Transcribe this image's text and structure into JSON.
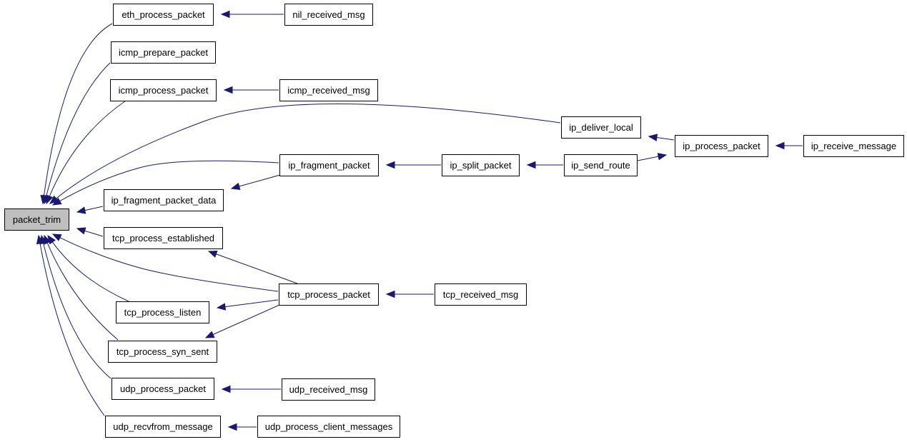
{
  "diagram": {
    "type": "call-graph",
    "colors": {
      "edge": "#191970",
      "focus_fill": "#bfbfbf",
      "node_fill": "#ffffff",
      "node_border": "#000000"
    },
    "nodes": [
      {
        "id": "packet_trim",
        "label": "packet_trim",
        "focus": true
      },
      {
        "id": "eth_process_packet",
        "label": "eth_process_packet"
      },
      {
        "id": "nil_received_msg",
        "label": "nil_received_msg"
      },
      {
        "id": "icmp_prepare_packet",
        "label": "icmp_prepare_packet"
      },
      {
        "id": "icmp_process_packet",
        "label": "icmp_process_packet"
      },
      {
        "id": "icmp_received_msg",
        "label": "icmp_received_msg"
      },
      {
        "id": "ip_deliver_local",
        "label": "ip_deliver_local"
      },
      {
        "id": "ip_process_packet",
        "label": "ip_process_packet"
      },
      {
        "id": "ip_receive_message",
        "label": "ip_receive_message"
      },
      {
        "id": "ip_fragment_packet",
        "label": "ip_fragment_packet"
      },
      {
        "id": "ip_split_packet",
        "label": "ip_split_packet"
      },
      {
        "id": "ip_send_route",
        "label": "ip_send_route"
      },
      {
        "id": "ip_fragment_packet_data",
        "label": "ip_fragment_packet_data"
      },
      {
        "id": "tcp_process_established",
        "label": "tcp_process_established"
      },
      {
        "id": "tcp_process_packet",
        "label": "tcp_process_packet"
      },
      {
        "id": "tcp_received_msg",
        "label": "tcp_received_msg"
      },
      {
        "id": "tcp_process_listen",
        "label": "tcp_process_listen"
      },
      {
        "id": "tcp_process_syn_sent",
        "label": "tcp_process_syn_sent"
      },
      {
        "id": "udp_process_packet",
        "label": "udp_process_packet"
      },
      {
        "id": "udp_received_msg",
        "label": "udp_received_msg"
      },
      {
        "id": "udp_recvfrom_message",
        "label": "udp_recvfrom_message"
      },
      {
        "id": "udp_process_client_messages",
        "label": "udp_process_client_messages"
      }
    ],
    "edges": [
      {
        "from": "eth_process_packet",
        "to": "packet_trim"
      },
      {
        "from": "icmp_prepare_packet",
        "to": "packet_trim"
      },
      {
        "from": "icmp_process_packet",
        "to": "packet_trim"
      },
      {
        "from": "ip_deliver_local",
        "to": "packet_trim"
      },
      {
        "from": "ip_fragment_packet",
        "to": "packet_trim"
      },
      {
        "from": "ip_fragment_packet_data",
        "to": "packet_trim"
      },
      {
        "from": "tcp_process_established",
        "to": "packet_trim"
      },
      {
        "from": "tcp_process_packet",
        "to": "packet_trim"
      },
      {
        "from": "tcp_process_listen",
        "to": "packet_trim"
      },
      {
        "from": "tcp_process_syn_sent",
        "to": "packet_trim"
      },
      {
        "from": "udp_process_packet",
        "to": "packet_trim"
      },
      {
        "from": "udp_recvfrom_message",
        "to": "packet_trim"
      },
      {
        "from": "nil_received_msg",
        "to": "eth_process_packet"
      },
      {
        "from": "icmp_received_msg",
        "to": "icmp_process_packet"
      },
      {
        "from": "ip_process_packet",
        "to": "ip_deliver_local"
      },
      {
        "from": "ip_receive_message",
        "to": "ip_process_packet"
      },
      {
        "from": "ip_split_packet",
        "to": "ip_fragment_packet"
      },
      {
        "from": "ip_fragment_packet",
        "to": "ip_fragment_packet_data"
      },
      {
        "from": "ip_send_route",
        "to": "ip_split_packet"
      },
      {
        "from": "ip_send_route",
        "to": "ip_process_packet"
      },
      {
        "from": "tcp_process_packet",
        "to": "tcp_process_established"
      },
      {
        "from": "tcp_received_msg",
        "to": "tcp_process_packet"
      },
      {
        "from": "tcp_process_packet",
        "to": "tcp_process_listen"
      },
      {
        "from": "tcp_process_packet",
        "to": "tcp_process_syn_sent"
      },
      {
        "from": "udp_received_msg",
        "to": "udp_process_packet"
      },
      {
        "from": "udp_process_client_messages",
        "to": "udp_recvfrom_message"
      }
    ]
  }
}
